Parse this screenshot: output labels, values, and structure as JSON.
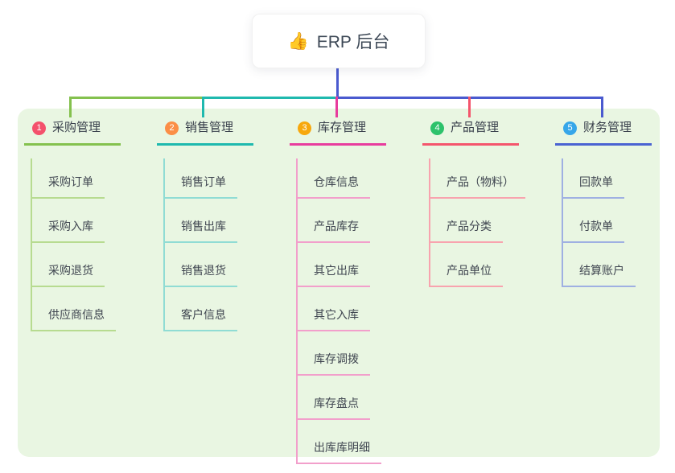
{
  "canvas": {
    "background": "#ffffff",
    "panel_background": "#e9f6e2"
  },
  "root": {
    "icon": "thumbs-up-emoji",
    "icon_glyph": "👍",
    "label": "ERP 后台"
  },
  "connector_colors": {
    "root_stem": "#4a5acf",
    "bus_left_green": "#84c14e",
    "bus_mid_teal": "#1fb9ae",
    "bus_right_blue": "#4a5acf",
    "drop_inventory_magenta": "#e83c9d",
    "drop_product_red": "#f4556c"
  },
  "branches": [
    {
      "index": "1",
      "label": "采购管理",
      "badge_color": "#f4516c",
      "line_color": "#84c14e",
      "light_line_color": "#b7db90",
      "children": [
        "采购订单",
        "采购入库",
        "采购退货",
        "供应商信息"
      ]
    },
    {
      "index": "2",
      "label": "销售管理",
      "badge_color": "#fb8e46",
      "line_color": "#1fb9ae",
      "light_line_color": "#90dcd4",
      "children": [
        "销售订单",
        "销售出库",
        "销售退货",
        "客户信息"
      ]
    },
    {
      "index": "3",
      "label": "库存管理",
      "badge_color": "#f7a80d",
      "line_color": "#e83c9d",
      "light_line_color": "#f29fcb",
      "children": [
        "仓库信息",
        "产品库存",
        "其它出库",
        "其它入库",
        "库存调拨",
        "库存盘点",
        "出库库明细"
      ]
    },
    {
      "index": "4",
      "label": "产品管理",
      "badge_color": "#2dc26b",
      "line_color": "#f4556c",
      "light_line_color": "#f8a3ae",
      "children": [
        "产品（物料）",
        "产品分类",
        "产品单位"
      ]
    },
    {
      "index": "5",
      "label": "财务管理",
      "badge_color": "#36a6e9",
      "line_color": "#4a63d2",
      "light_line_color": "#9fb0e2",
      "children": [
        "回款单",
        "付款单",
        "结算账户"
      ]
    }
  ]
}
